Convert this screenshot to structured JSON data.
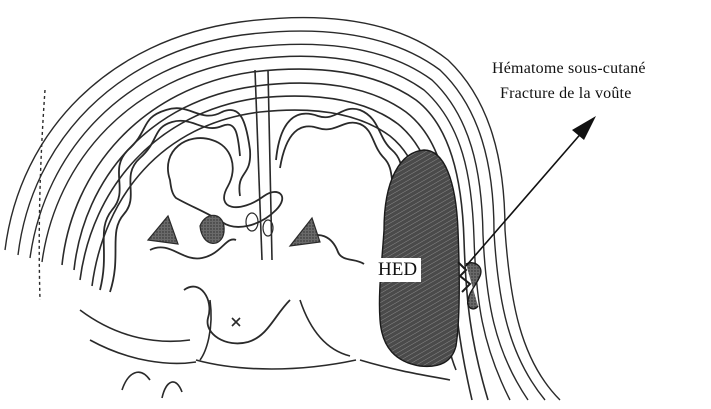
{
  "labels": {
    "hematome": "Hématome sous-cutané",
    "fracture": "Fracture de la voûte",
    "hed": "HED"
  },
  "colors": {
    "ink": "#2a2a2a",
    "hematoma_fill": "#5a5a5a",
    "background": "#ffffff"
  },
  "icons": {
    "arrow": "arrow-up-right-icon"
  }
}
